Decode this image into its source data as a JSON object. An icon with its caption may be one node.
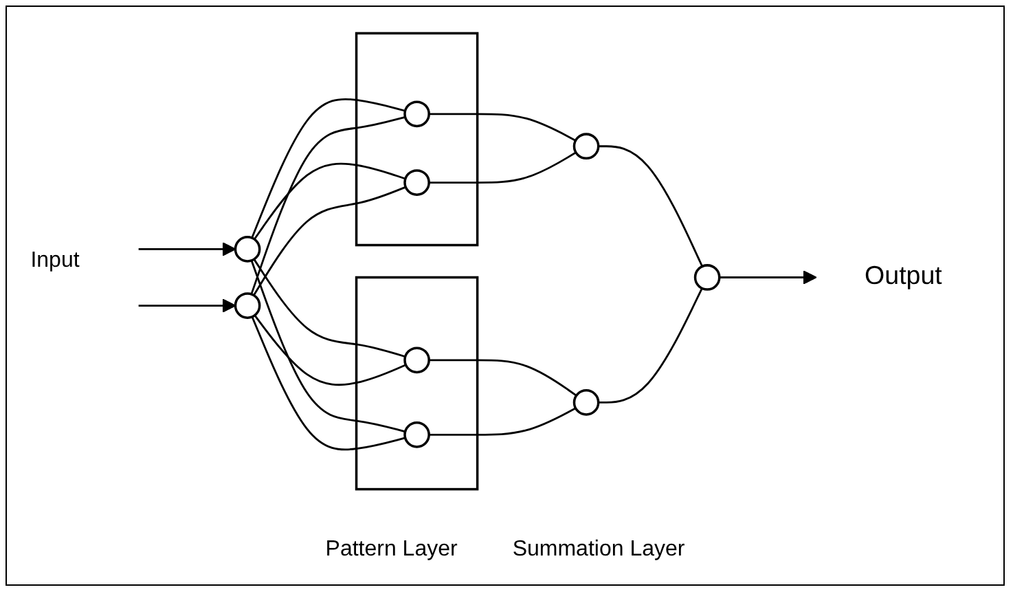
{
  "diagram": {
    "nodes": [
      {
        "text": [],
        "shape": "circle"
      },
      {
        "text": [],
        "shape": "circle"
      },
      {
        "text": [],
        "shape": "box"
      },
      {
        "text": [],
        "shape": "circle",
        "in": 2
      },
      {
        "text": [],
        "shape": "circle",
        "in": 2
      },
      {
        "text": [],
        "shape": "box"
      },
      {
        "text": [],
        "shape": "circle",
        "in": 5
      },
      {
        "text": [],
        "shape": "circle",
        "in": 5
      },
      {
        "text": [],
        "shape": "circle"
      },
      {
        "text": [],
        "shape": "circle"
      },
      {
        "text": [],
        "shape": "circle"
      },
      {
        "text": [
          "Output"
        ]
      }
    ],
    "edges": [
      {
        "from": null,
        "to": 0,
        "arrow": "to"
      },
      {
        "from": null,
        "to": 1,
        "arrow": "to"
      },
      {
        "from": 0,
        "to": 3,
        "arrow": "none"
      },
      {
        "from": 0,
        "to": 4,
        "arrow": "none"
      },
      {
        "from": 0,
        "to": 6,
        "arrow": "none"
      },
      {
        "from": 0,
        "to": 7,
        "arrow": "none"
      },
      {
        "from": 1,
        "to": 3,
        "arrow": "none"
      },
      {
        "from": 1,
        "to": 4,
        "arrow": "none"
      },
      {
        "from": 1,
        "to": 6,
        "arrow": "none"
      },
      {
        "from": 1,
        "to": 7,
        "arrow": "none"
      },
      {
        "from": 3,
        "to": 8,
        "arrow": "none"
      },
      {
        "from": 4,
        "to": 8,
        "arrow": "none"
      },
      {
        "from": 6,
        "to": 9,
        "arrow": "none"
      },
      {
        "from": 7,
        "to": 9,
        "arrow": "none"
      },
      {
        "from": 8,
        "to": 10,
        "arrow": "none"
      },
      {
        "from": 9,
        "to": 10,
        "arrow": "none"
      },
      {
        "from": 10,
        "to": 11,
        "arrow": "to"
      }
    ],
    "labels": [
      "Input",
      "Pattern Layer",
      "Summation Layer"
    ]
  }
}
